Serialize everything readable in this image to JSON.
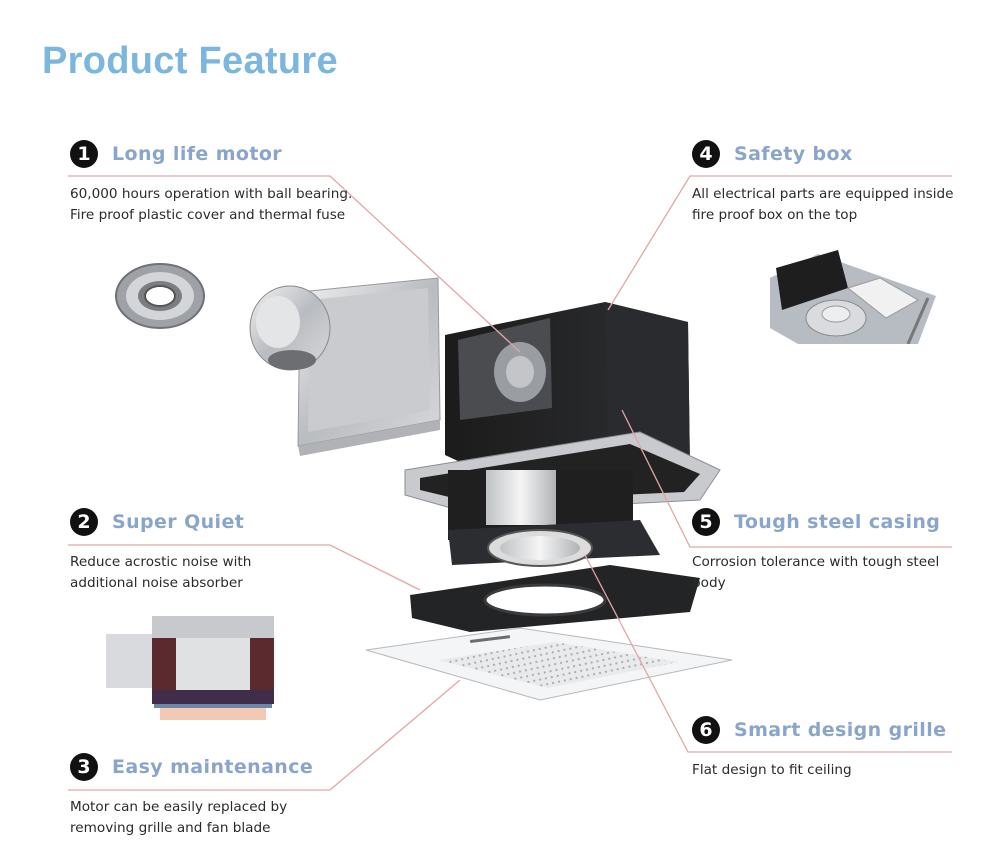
{
  "page": {
    "title": "Product Feature"
  },
  "colors": {
    "title": "#7ab6de",
    "feature_title": "#8aa5cc",
    "leader_line": "#e2a6a6",
    "badge": "#111111",
    "body_text": "#2a2a2a"
  },
  "features": [
    {
      "number": "1",
      "title": "Long life motor",
      "description": "60,000 hours operation with ball bearing. Fire proof plastic cover and thermal fuse",
      "image": "ball-bearing"
    },
    {
      "number": "2",
      "title": "Super Quiet",
      "description": "Reduce acrostic noise with additional noise absorber",
      "image": "noise-absorber-cutaway"
    },
    {
      "number": "3",
      "title": "Easy maintenance",
      "description": "Motor can be easily replaced by removing grille and fan blade"
    },
    {
      "number": "4",
      "title": "Safety box",
      "description": "All electrical parts are equipped inside fire proof box on the top",
      "image": "safety-box-closeup"
    },
    {
      "number": "5",
      "title": "Tough steel casing",
      "description": "Corrosion tolerance with tough steel body"
    },
    {
      "number": "6",
      "title": "Smart design grille",
      "description": "Flat design to fit ceiling"
    }
  ],
  "illustration": "exploded-view-ceiling-exhaust-fan"
}
